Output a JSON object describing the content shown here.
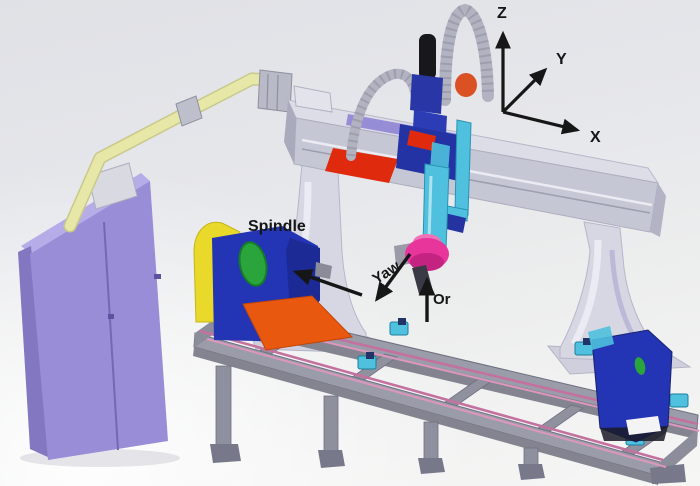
{
  "figure": {
    "type": "machine-illustration",
    "labels": {
      "spindle": "Spindle",
      "yaw": "Yaw",
      "or": "Or",
      "x": "X",
      "y": "Y",
      "z": "Z"
    },
    "colors": {
      "black": "#161616",
      "cabinet_front": "#988dd6",
      "cabinet_side": "#8377c2",
      "cabinet_top": "#b5ace8",
      "conduit_yellow": "#e7e7a8",
      "junction_gray": "#d9d9e2",
      "beam_top": "#dcdde6",
      "beam_front": "#c6c7d4",
      "beam_end": "#b2b3c5",
      "leg_gray": "#d7d7e3",
      "base_gray": "#cfcfdd",
      "chain_gray": "#b2b3c0",
      "violet": "#8a7fd4",
      "red": "#df2a0e",
      "orange": "#e8590f",
      "carriage_blue": "#2433a4",
      "cyan": "#4fc0dd",
      "magenta": "#e8359b",
      "magenta_dark": "#c42382",
      "pink_light": "#f073b8",
      "yellow": "#e9d92b",
      "green": "#2aa53c",
      "frame_gray": "#9b9caa",
      "frame_dark": "#83848f",
      "rail_pink": "#c4719f",
      "rail_pink_light": "#dd96bc",
      "tail_blue": "#2334b4"
    }
  }
}
